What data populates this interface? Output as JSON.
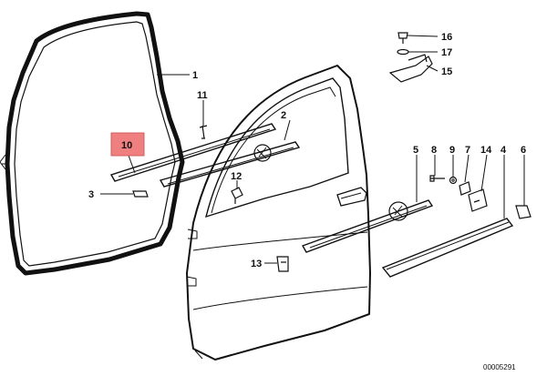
{
  "parts": [
    {
      "label": "1"
    },
    {
      "label": "2"
    },
    {
      "label": "3"
    },
    {
      "label": "4"
    },
    {
      "label": "5"
    },
    {
      "label": "6"
    },
    {
      "label": "7"
    },
    {
      "label": "8"
    },
    {
      "label": "9"
    },
    {
      "label": "10"
    },
    {
      "label": "11"
    },
    {
      "label": "12"
    },
    {
      "label": "13"
    },
    {
      "label": "14"
    },
    {
      "label": "15"
    },
    {
      "label": "16"
    },
    {
      "label": "17"
    }
  ],
  "highlight": {
    "part": "10",
    "color": "#f08080"
  },
  "reference": "00005291"
}
